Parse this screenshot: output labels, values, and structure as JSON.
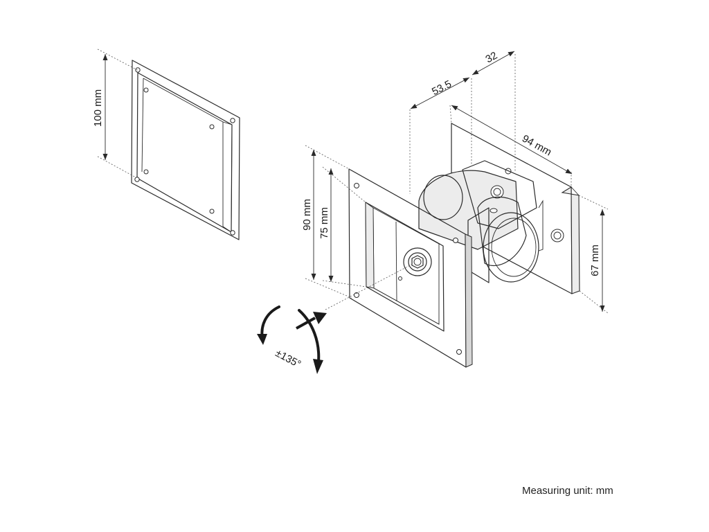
{
  "dimensions": {
    "plate_height": "100 mm",
    "mount_height_outer": "90 mm",
    "mount_height_inner": "75 mm",
    "depth_front": "53.5",
    "depth_rear": "32",
    "rear_plate_width": "94 mm",
    "rear_plate_height": "67 mm"
  },
  "rotation": {
    "label": "±135°"
  },
  "footer": {
    "unit_note": "Measuring unit: mm"
  }
}
